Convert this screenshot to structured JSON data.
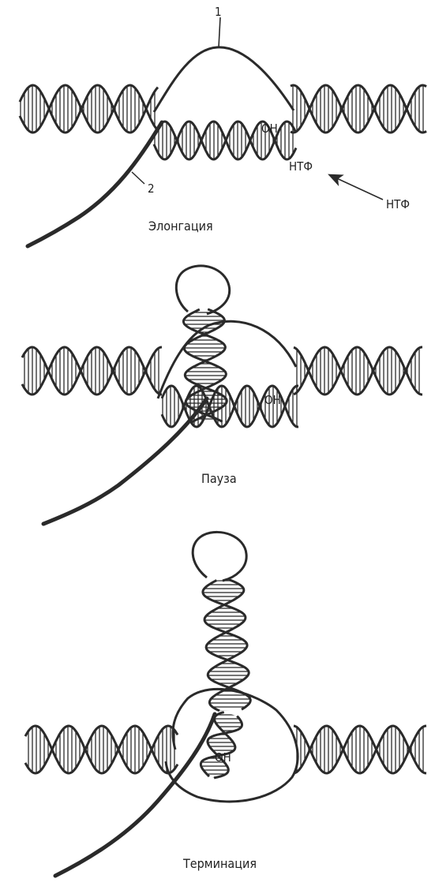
{
  "panels": [
    {
      "caption": "Элонгация",
      "labels": {
        "strand_one": "1",
        "strand_two": "2",
        "hydroxyl": "OH",
        "ntp_site": "НТФ",
        "ntp_incoming": "НТФ"
      }
    },
    {
      "caption": "Пауза",
      "labels": {
        "hydroxyl": "OH"
      }
    },
    {
      "caption": "Терминация",
      "labels": {
        "hydroxyl": "OH"
      }
    }
  ],
  "colors": {
    "ink": "#2a2a2a",
    "background": "#ffffff"
  }
}
